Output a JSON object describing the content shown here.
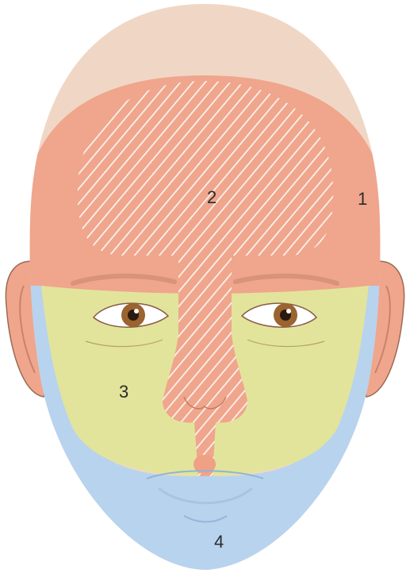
{
  "diagram": {
    "zones": [
      {
        "id": "1",
        "label": "1",
        "color": "#efa68c"
      },
      {
        "id": "2",
        "label": "2",
        "color": "#efa68c",
        "pattern": "white-diagonal-hatch"
      },
      {
        "id": "3",
        "label": "3",
        "color": "#e2e49b"
      },
      {
        "id": "4",
        "label": "4",
        "color": "#b8d3ee"
      }
    ],
    "colors": {
      "scalp": "#f0d7c5",
      "skin": "#efa68c",
      "outline": "#9a6a55",
      "iris": "#9a6330",
      "pupil": "#2a1a10"
    }
  }
}
